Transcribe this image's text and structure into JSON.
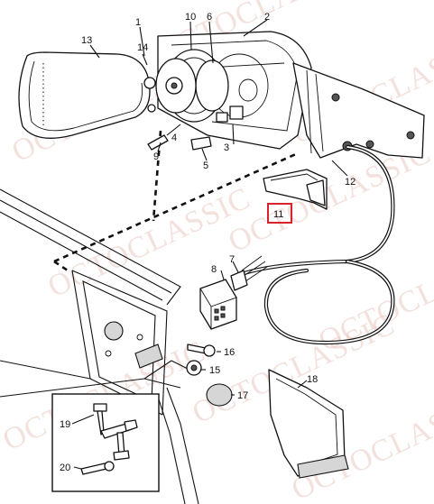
{
  "watermark": "OCTOCLASSIC",
  "callouts": [
    {
      "id": "c1",
      "text": "1"
    },
    {
      "id": "c2",
      "text": "2"
    },
    {
      "id": "c3",
      "text": "3"
    },
    {
      "id": "c4",
      "text": "4"
    },
    {
      "id": "c5",
      "text": "5"
    },
    {
      "id": "c6",
      "text": "6"
    },
    {
      "id": "c7",
      "text": "7"
    },
    {
      "id": "c8",
      "text": "8"
    },
    {
      "id": "c9",
      "text": "9"
    },
    {
      "id": "c10",
      "text": "10"
    },
    {
      "id": "c11",
      "text": "11"
    },
    {
      "id": "c12",
      "text": "12"
    },
    {
      "id": "c13",
      "text": "13"
    },
    {
      "id": "c14",
      "text": "14"
    },
    {
      "id": "c15",
      "text": "15"
    },
    {
      "id": "c16",
      "text": "16"
    },
    {
      "id": "c17",
      "text": "17"
    },
    {
      "id": "c18",
      "text": "18"
    },
    {
      "id": "c19",
      "text": "19"
    },
    {
      "id": "c20",
      "text": "20"
    }
  ],
  "highlighted_part": "11",
  "highlight_color": "#d8232a"
}
